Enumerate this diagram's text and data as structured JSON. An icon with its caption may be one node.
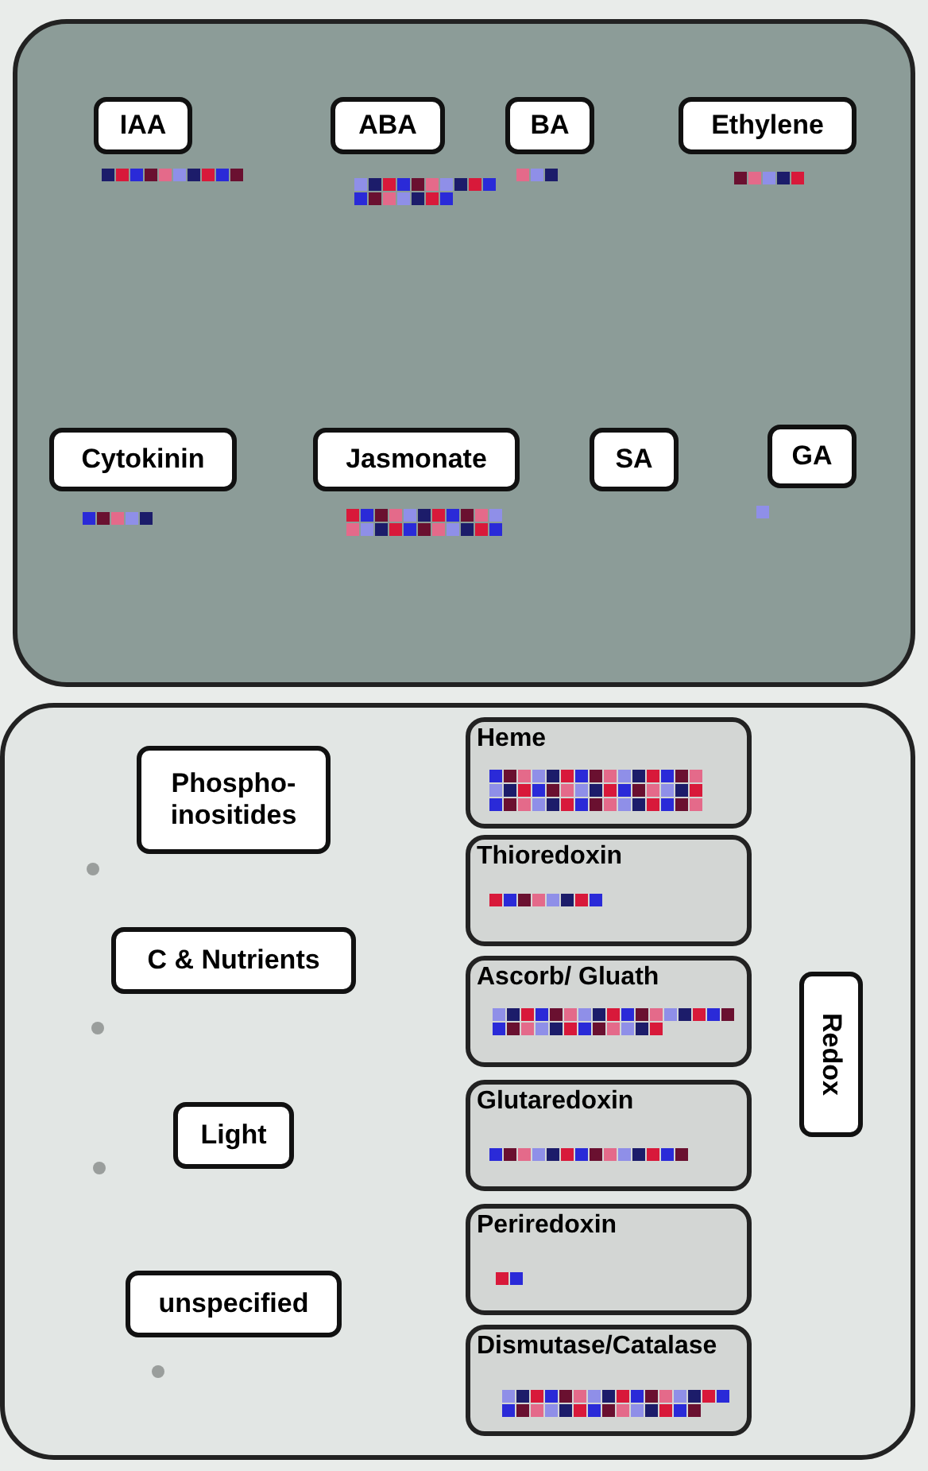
{
  "diagram": {
    "nodes": [
      {
        "text": [],
        "shape": "box"
      },
      {
        "text": [
          "IAA"
        ],
        "in": 0
      },
      {
        "text": [
          "ABA"
        ],
        "in": 0
      },
      {
        "text": [
          "BA"
        ],
        "in": 0
      },
      {
        "text": [
          "Ethylene"
        ],
        "in": 0
      },
      {
        "text": [
          "Cytokinin"
        ],
        "in": 0
      },
      {
        "text": [
          "Jasmonate"
        ],
        "in": 0
      },
      {
        "text": [
          "SA"
        ],
        "in": 0
      },
      {
        "text": [
          "GA"
        ],
        "in": 0
      },
      {
        "text": [],
        "shape": "box"
      },
      {
        "text": [
          "Phospho- inositides"
        ],
        "in": 9
      },
      {
        "text": [
          "Heme"
        ],
        "in": 9
      },
      {
        "text": [
          "Thioredoxin"
        ],
        "in": 9
      },
      {
        "text": [
          "C & Nutrients"
        ],
        "in": 9
      },
      {
        "text": [
          "Ascorb/ Gluath"
        ],
        "in": 9
      },
      {
        "text": [
          "Redox"
        ],
        "in": 9
      },
      {
        "text": [
          "Light"
        ],
        "in": 9
      },
      {
        "text": [
          "Glutaredoxin"
        ],
        "in": 9
      },
      {
        "text": [
          "Periredoxin"
        ],
        "in": 9
      },
      {
        "text": [
          "unspecified"
        ],
        "in": 9
      },
      {
        "text": [
          "Dismutase/Catalase"
        ],
        "in": 9
      }
    ]
  }
}
